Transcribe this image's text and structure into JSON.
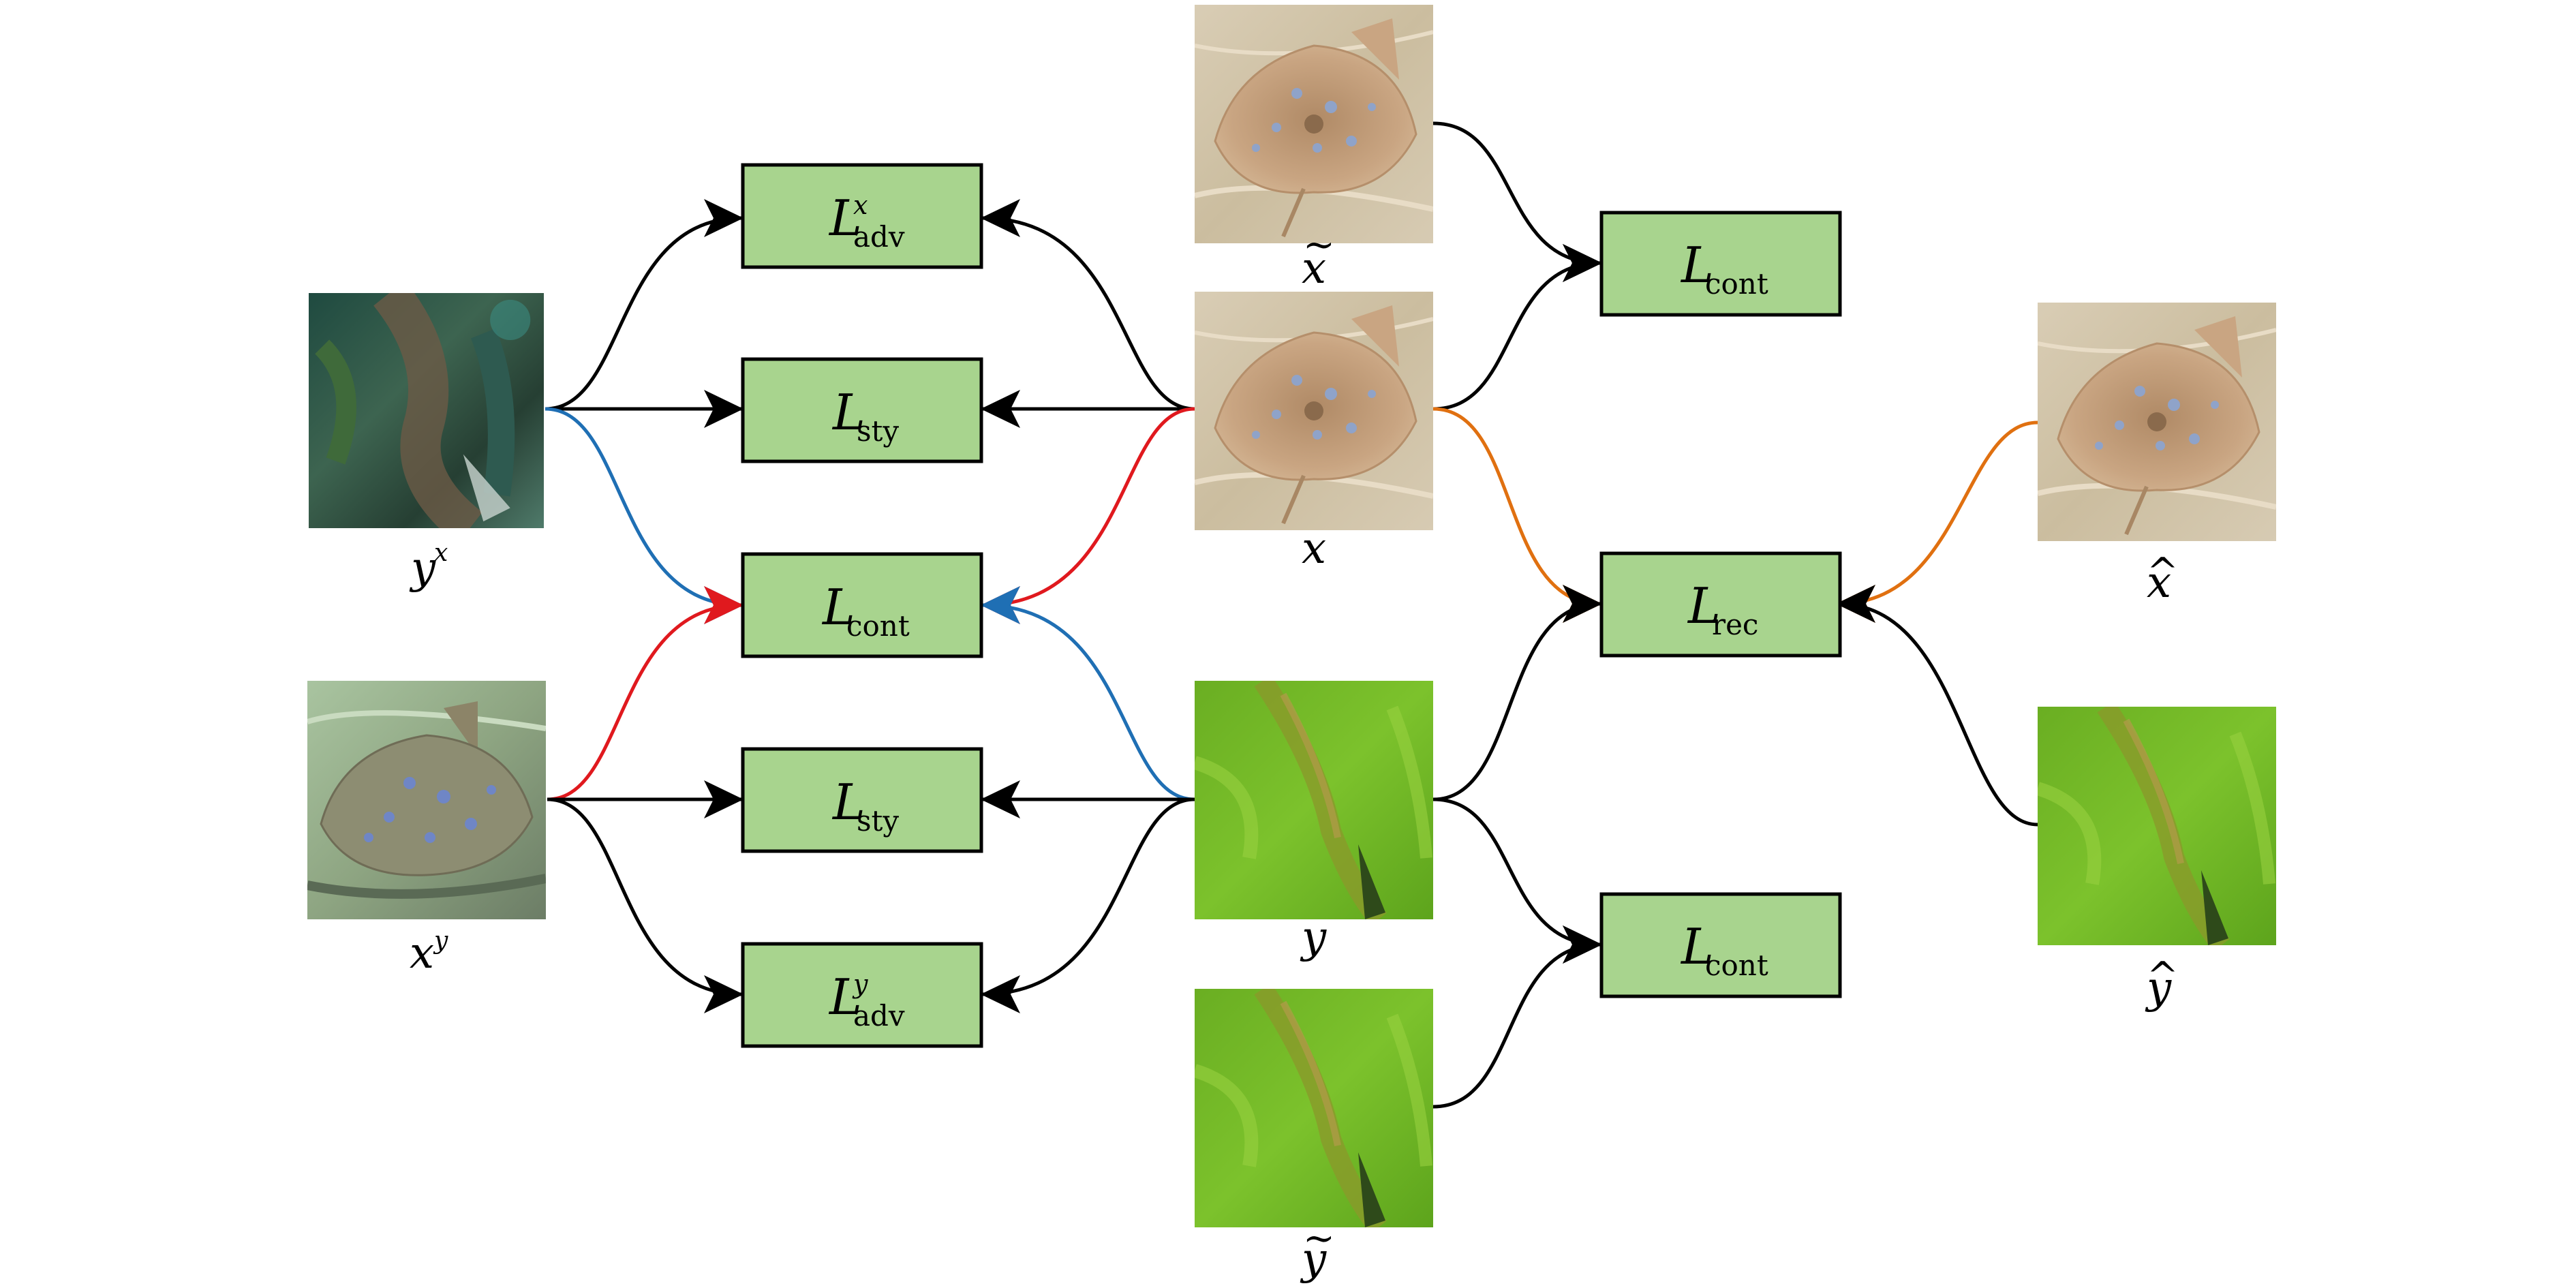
{
  "colors": {
    "box_fill": "#a8d48e",
    "black": "#000000",
    "blue": "#1f6fb4",
    "red": "#e0191e",
    "orange": "#e07010"
  },
  "images": {
    "y_x": {
      "label": "y",
      "sup": "x",
      "theme": "dark-sea"
    },
    "x_y": {
      "label": "x",
      "sup": "y",
      "theme": "stingray-sea"
    },
    "x_tilde": {
      "label": "x",
      "accent": "~",
      "theme": "stingray-sand"
    },
    "x": {
      "label": "x",
      "theme": "stingray-sand"
    },
    "y": {
      "label": "y",
      "theme": "green-sea"
    },
    "y_tilde": {
      "label": "y",
      "accent": "~",
      "theme": "green-sea"
    },
    "x_hat": {
      "label": "x",
      "accent": "^",
      "theme": "stingray-sand"
    },
    "y_hat": {
      "label": "y",
      "accent": "^",
      "theme": "green-sea"
    }
  },
  "boxes": {
    "adv_x": {
      "main": "L",
      "sub": "adv",
      "sup": "x"
    },
    "sty_1": {
      "main": "L",
      "sub": "sty"
    },
    "cont_c": {
      "main": "L",
      "sub": "cont"
    },
    "sty_2": {
      "main": "L",
      "sub": "sty"
    },
    "adv_y": {
      "main": "L",
      "sub": "adv",
      "sup": "y"
    },
    "cont_r1": {
      "main": "L",
      "sub": "cont"
    },
    "rec": {
      "main": "L",
      "sub": "rec"
    },
    "cont_r2": {
      "main": "L",
      "sub": "cont"
    }
  }
}
